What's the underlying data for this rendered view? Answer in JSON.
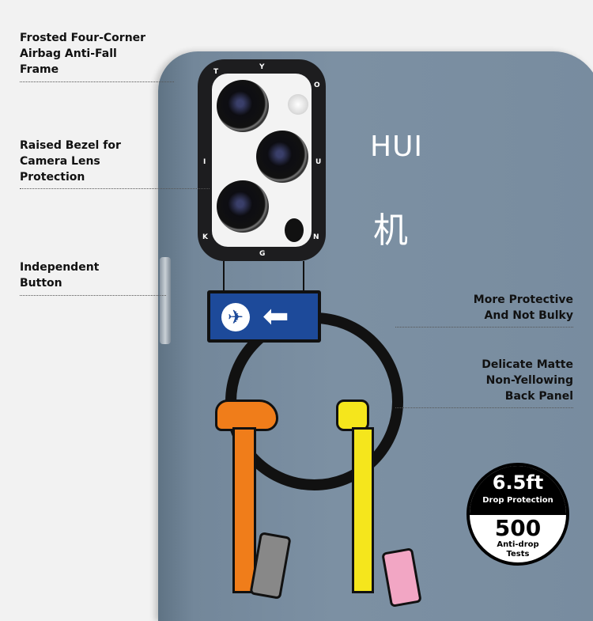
{
  "features_left": [
    {
      "text": "Frosted Four-Corner Airbag Anti-Fall Frame"
    },
    {
      "text": "Raised Bezel for Camera Lens Protection"
    },
    {
      "text": "Independent Button"
    }
  ],
  "features_left_lines": [
    [
      "Frosted Four-Corner",
      "Airbag Anti-Fall",
      "Frame"
    ],
    [
      "Raised Bezel for",
      "Camera Lens",
      "Protection"
    ],
    [
      "Independent",
      "Button"
    ]
  ],
  "features_right_lines": [
    [
      "More Protective",
      "And Not Bulky"
    ],
    [
      "Delicate Matte",
      "Non-Yellowing",
      "Back Panel"
    ]
  ],
  "case_text": {
    "hui": "HUI",
    "ji": "机"
  },
  "bezel_letters": [
    "T",
    "Y",
    "O",
    "U",
    "N",
    "G",
    "K",
    "I"
  ],
  "badge": {
    "height": "6.5ft",
    "height_label": "Drop Protection",
    "tests": "500",
    "tests_label_1": "Anti-drop",
    "tests_label_2": "Tests"
  },
  "colors": {
    "case": "#7c90a3",
    "sign": "#1d4a9a",
    "dog": "#f07d1a",
    "giraffe": "#f5e61c"
  }
}
